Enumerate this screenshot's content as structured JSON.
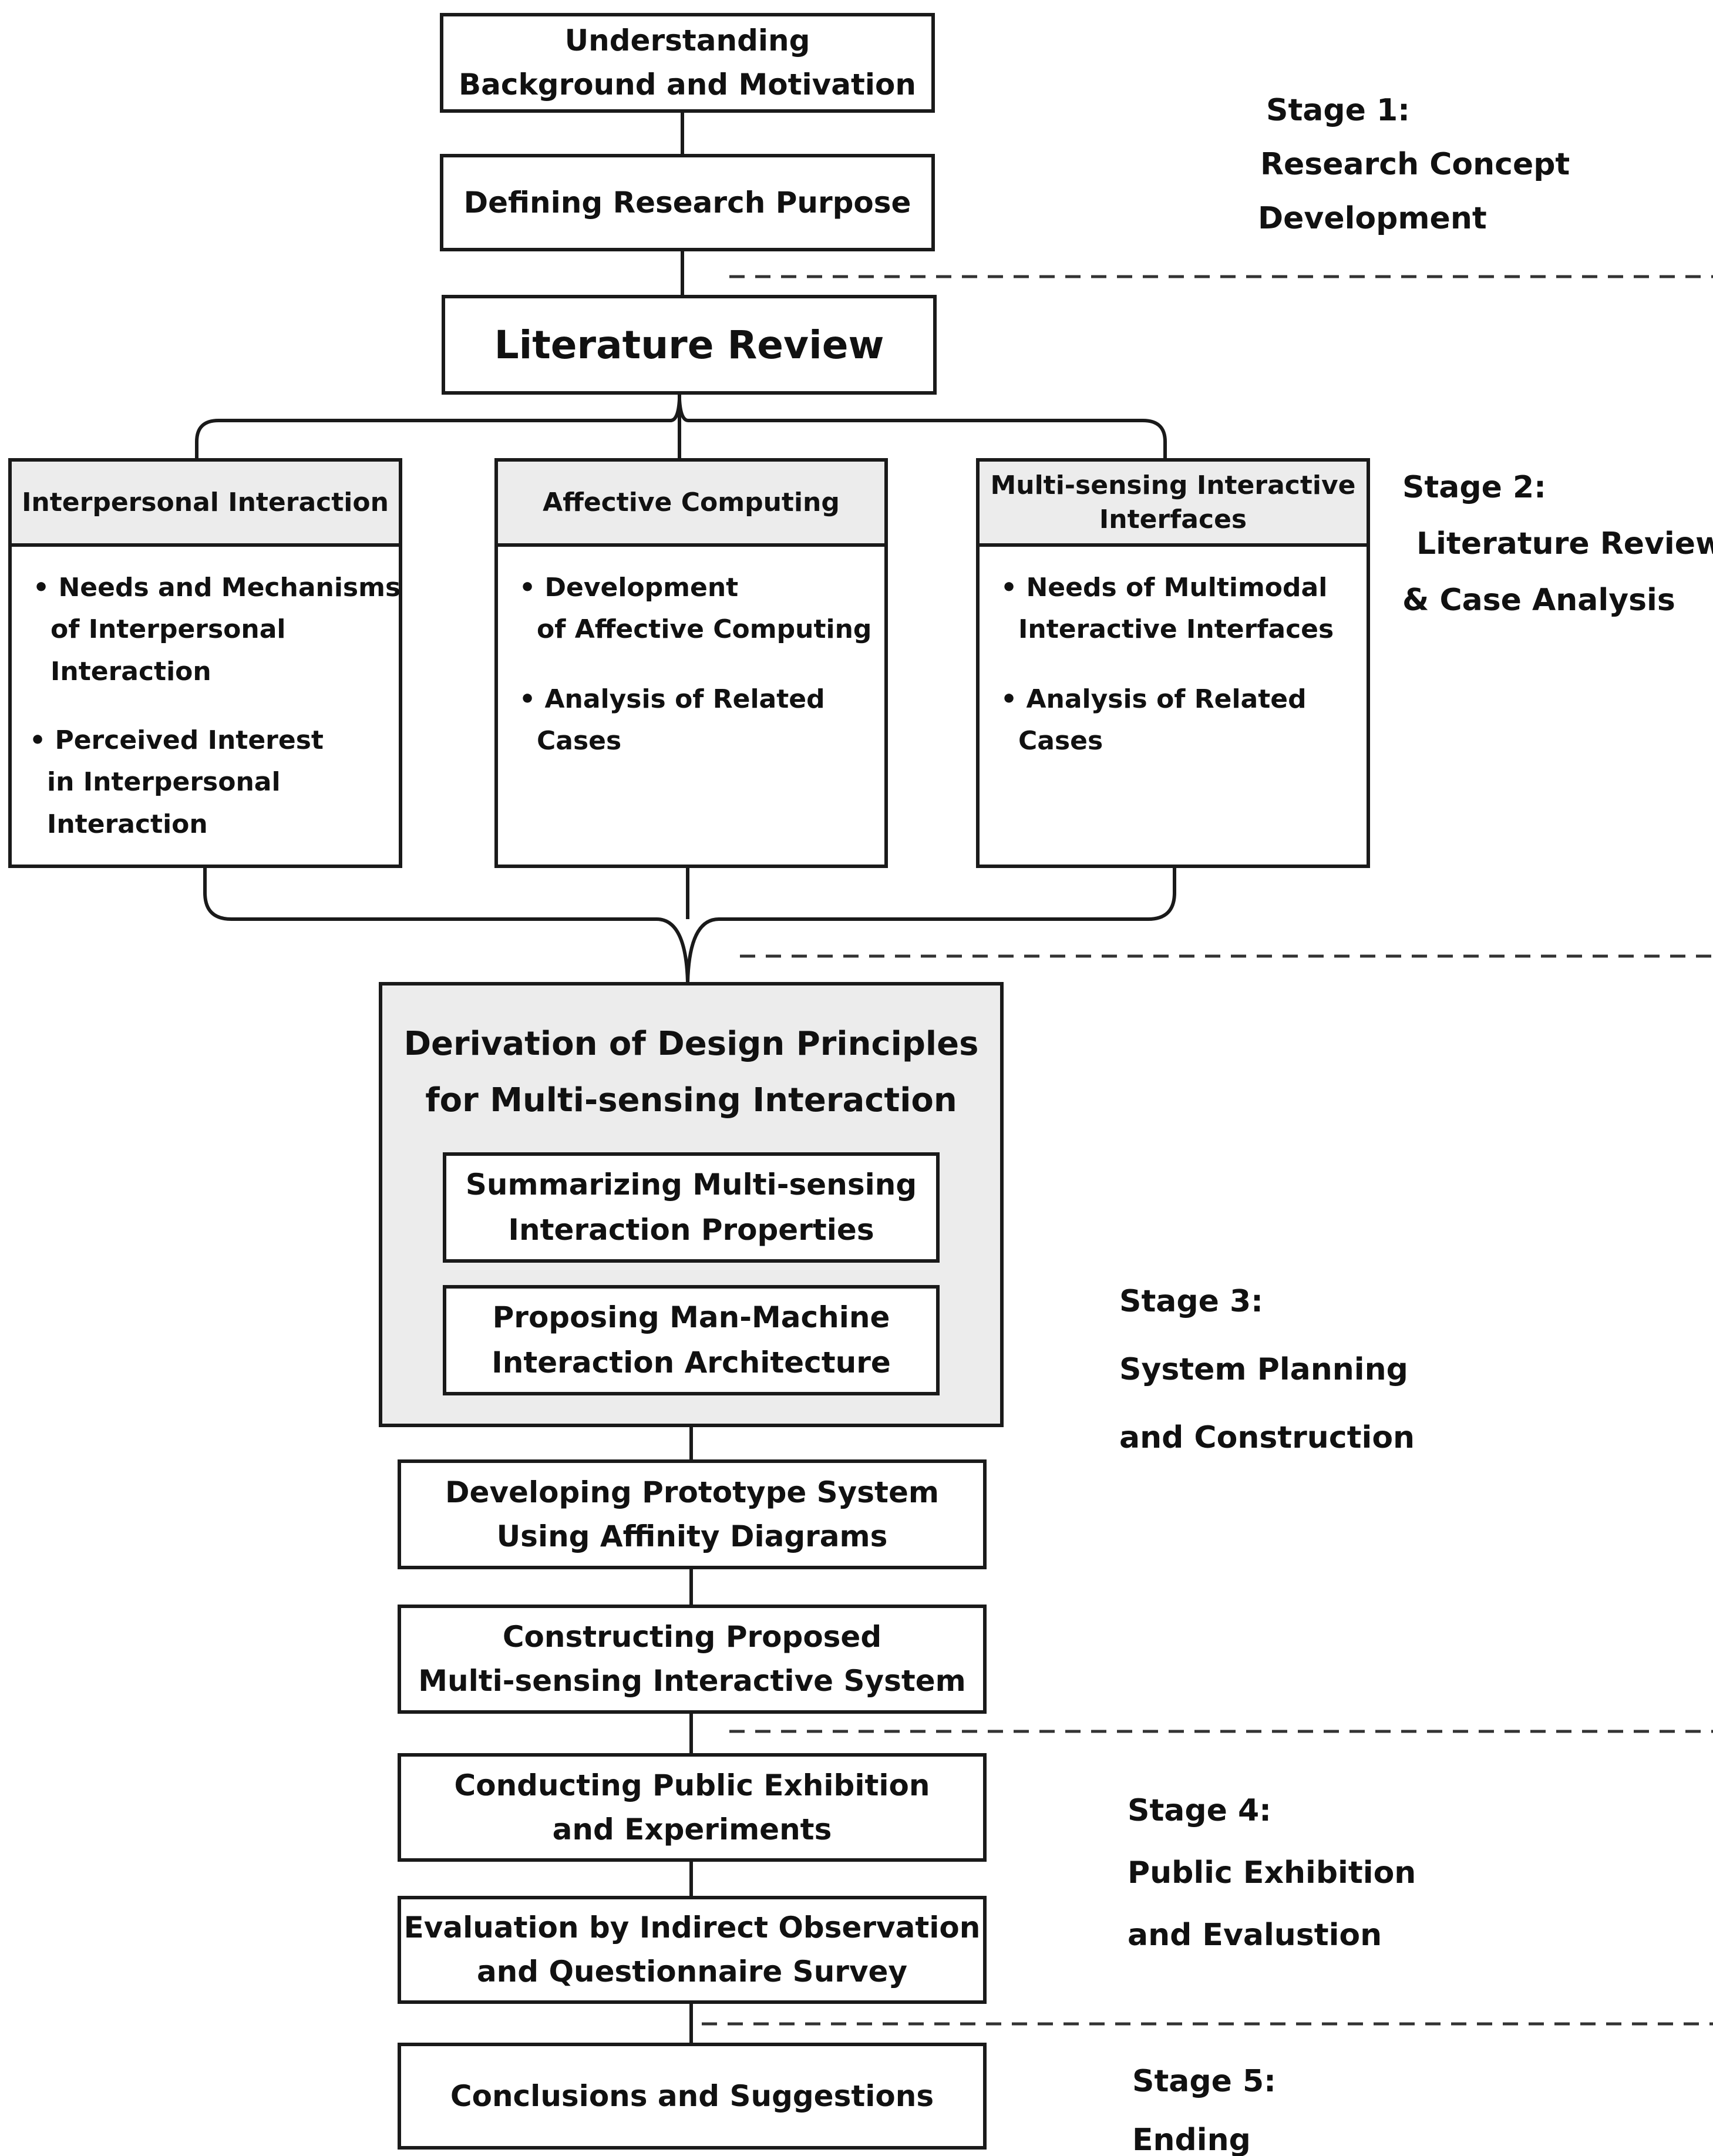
{
  "stages": {
    "s1": {
      "title": "Stage 1:",
      "name_lines": [
        "Research Concept",
        "Development"
      ]
    },
    "s2": {
      "title": "Stage 2:",
      "name_lines": [
        "Literature Review",
        "& Case Analysis"
      ]
    },
    "s3": {
      "title": "Stage 3:",
      "name_lines": [
        "System Planning",
        "and Construction"
      ]
    },
    "s4": {
      "title": "Stage 4:",
      "name_lines": [
        "Public Exhibition",
        "and Evalustion"
      ]
    },
    "s5": {
      "title": "Stage 5:",
      "name_lines": [
        "Ending"
      ]
    }
  },
  "steps": {
    "background": {
      "lines": [
        "Understanding",
        "Background and Motivation"
      ]
    },
    "purpose": {
      "lines": [
        "Defining Research Purpose"
      ]
    },
    "literature": {
      "lines": [
        "Literature Review"
      ]
    },
    "prototype": {
      "lines": [
        "Developing Prototype System",
        "Using Affinity Diagrams"
      ]
    },
    "constructing": {
      "lines": [
        "Constructing Proposed",
        "Multi-sensing Interactive System"
      ]
    },
    "exhibition": {
      "lines": [
        "Conducting Public Exhibition",
        "and Experiments"
      ]
    },
    "evaluation": {
      "lines": [
        "Evaluation by Indirect Observation",
        "and Questionnaire Survey"
      ]
    },
    "conclusions": {
      "lines": [
        "Conclusions and Suggestions"
      ]
    }
  },
  "categories": [
    {
      "header_lines": [
        "Interpersonal Interaction"
      ],
      "bullets": [
        {
          "lines": [
            "Needs and Mechanisms",
            "of Interpersonal",
            "Interaction"
          ]
        },
        {
          "lines": [
            "Perceived Interest",
            "in Interpersonal",
            "Interaction"
          ]
        }
      ]
    },
    {
      "header_lines": [
        "Affective Computing"
      ],
      "bullets": [
        {
          "lines": [
            "Development",
            "of Affective Computing"
          ]
        },
        {
          "lines": [
            "Analysis of  Related",
            "Cases"
          ]
        }
      ]
    },
    {
      "header_lines": [
        "Multi-sensing Interactive",
        "Interfaces"
      ],
      "bullets": [
        {
          "lines": [
            "Needs of Multimodal",
            "Interactive Interfaces"
          ]
        },
        {
          "lines": [
            "Analysis of  Related",
            "Cases"
          ]
        }
      ]
    }
  ],
  "principles": {
    "title_lines": [
      "Derivation of Design Principles",
      "for Multi-sensing Interaction"
    ],
    "sub1_lines": [
      "Summarizing Multi-sensing",
      "Interaction Properties"
    ],
    "sub2_lines": [
      "Proposing Man-Machine",
      "Interaction Architecture"
    ]
  },
  "bullet_symbol": "•"
}
